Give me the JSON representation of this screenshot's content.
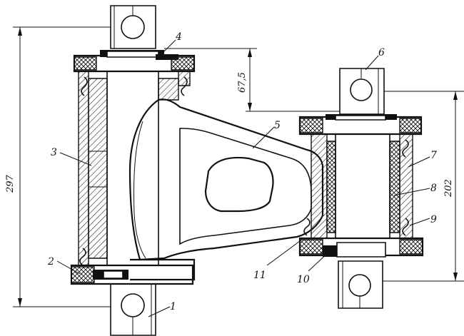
{
  "callouts": {
    "c1": "1",
    "c2": "2",
    "c3": "3",
    "c4": "4",
    "c5": "5",
    "c6": "6",
    "c7": "7",
    "c8": "8",
    "c9": "9",
    "c10": "10",
    "c11": "11"
  },
  "dimensions": {
    "overall_height": "297",
    "offset": "67,5",
    "right_height": "202"
  }
}
